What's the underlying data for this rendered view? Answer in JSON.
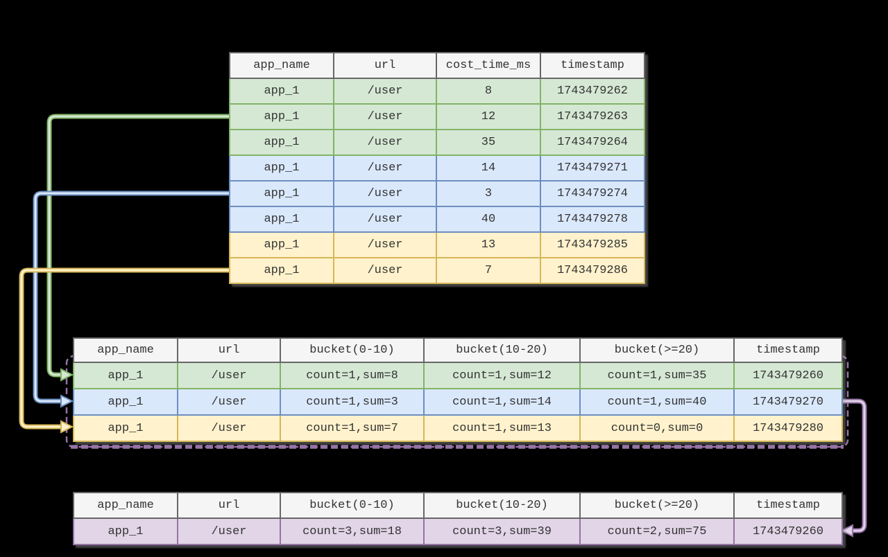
{
  "colors": {
    "background": "#000000",
    "text": "#333333",
    "header_fill": "#f5f5f5",
    "header_stroke": "#666666",
    "green_fill": "#d5e8d4",
    "green_stroke": "#82b366",
    "blue_fill": "#dae8fc",
    "blue_stroke": "#6c8ebf",
    "yellow_fill": "#fff2cc",
    "yellow_stroke": "#d6b656",
    "purple_fill": "#e1d5e7",
    "purple_stroke": "#9673a6"
  },
  "raw_table": {
    "headers": [
      "app_name",
      "url",
      "cost_time_ms",
      "timestamp"
    ],
    "rows": [
      {
        "group": "green",
        "cells": [
          "app_1",
          "/user",
          "8",
          "1743479262"
        ]
      },
      {
        "group": "green",
        "cells": [
          "app_1",
          "/user",
          "12",
          "1743479263"
        ]
      },
      {
        "group": "green",
        "cells": [
          "app_1",
          "/user",
          "35",
          "1743479264"
        ]
      },
      {
        "group": "blue",
        "cells": [
          "app_1",
          "/user",
          "14",
          "1743479271"
        ]
      },
      {
        "group": "blue",
        "cells": [
          "app_1",
          "/user",
          "3",
          "1743479274"
        ]
      },
      {
        "group": "blue",
        "cells": [
          "app_1",
          "/user",
          "40",
          "1743479278"
        ]
      },
      {
        "group": "yellow",
        "cells": [
          "app_1",
          "/user",
          "13",
          "1743479285"
        ]
      },
      {
        "group": "yellow",
        "cells": [
          "app_1",
          "/user",
          "7",
          "1743479286"
        ]
      }
    ]
  },
  "bucket_table": {
    "headers": [
      "app_name",
      "url",
      "bucket(0-10)",
      "bucket(10-20)",
      "bucket(>=20)",
      "timestamp"
    ],
    "rows": [
      {
        "group": "green",
        "cells": [
          "app_1",
          "/user",
          "count=1,sum=8",
          "count=1,sum=12",
          "count=1,sum=35",
          "1743479260"
        ]
      },
      {
        "group": "blue",
        "cells": [
          "app_1",
          "/user",
          "count=1,sum=3",
          "count=1,sum=14",
          "count=1,sum=40",
          "1743479270"
        ]
      },
      {
        "group": "yellow",
        "cells": [
          "app_1",
          "/user",
          "count=1,sum=7",
          "count=1,sum=13",
          "count=0,sum=0",
          "1743479280"
        ]
      }
    ]
  },
  "merge_table": {
    "headers": [
      "app_name",
      "url",
      "bucket(0-10)",
      "bucket(10-20)",
      "bucket(>=20)",
      "timestamp"
    ],
    "rows": [
      {
        "group": "purple",
        "cells": [
          "app_1",
          "/user",
          "count=3,sum=18",
          "count=3,sum=39",
          "count=2,sum=75",
          "1743479260"
        ]
      }
    ]
  }
}
